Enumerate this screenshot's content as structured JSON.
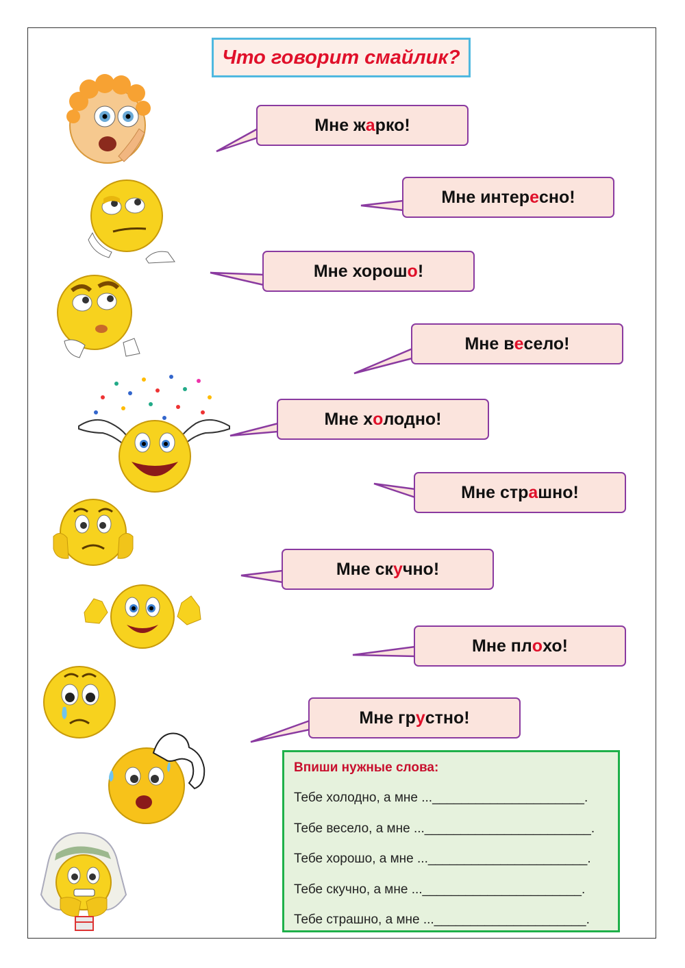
{
  "title": "Что говорит смайлик?",
  "bubbles": [
    {
      "pre": "Мне ж",
      "accent": "а",
      "post": "рко!"
    },
    {
      "pre": "Мне интер",
      "accent": "е",
      "post": "сно!"
    },
    {
      "pre": "Мне хорош",
      "accent": "о",
      "post": "!"
    },
    {
      "pre": "Мне в",
      "accent": "е",
      "post": "село!"
    },
    {
      "pre": "Мне х",
      "accent": "о",
      "post": "лодно!"
    },
    {
      "pre": "Мне стр",
      "accent": "а",
      "post": "шно!"
    },
    {
      "pre": "Мне ск",
      "accent": "у",
      "post": "чно!"
    },
    {
      "pre": "Мне пл",
      "accent": "о",
      "post": "хо!"
    },
    {
      "pre": "Мне гр",
      "accent": "у",
      "post": "стно!"
    }
  ],
  "task": {
    "heading": "Впиши нужные слова:",
    "lines": [
      "Тебе холодно, а мне ..._____________________.",
      "Тебе весело, а мне ..._______________________.",
      "Тебе хорошо, а мне ...______________________.",
      "Тебе скучно, а мне ...______________________.",
      "Тебе страшно, а мне ..._____________________."
    ]
  },
  "colors": {
    "accent": "#e0102a",
    "bubble_border": "#8a3aa0",
    "bubble_fill": "#fbe4dd",
    "title_border": "#4fb8e0",
    "task_border": "#1fb04a",
    "task_fill": "#e6f2dd",
    "smiley_yellow": "#f7d21e"
  },
  "smileys": [
    "surprised-smiley-icon",
    "thinking-smiley-icon",
    "pondering-smiley-icon",
    "celebrating-smiley-icon",
    "scared-smiley-icon",
    "waving-smiley-icon",
    "sad-smiley-icon",
    "hot-sweating-smiley-icon",
    "cold-bundled-smiley-icon"
  ]
}
